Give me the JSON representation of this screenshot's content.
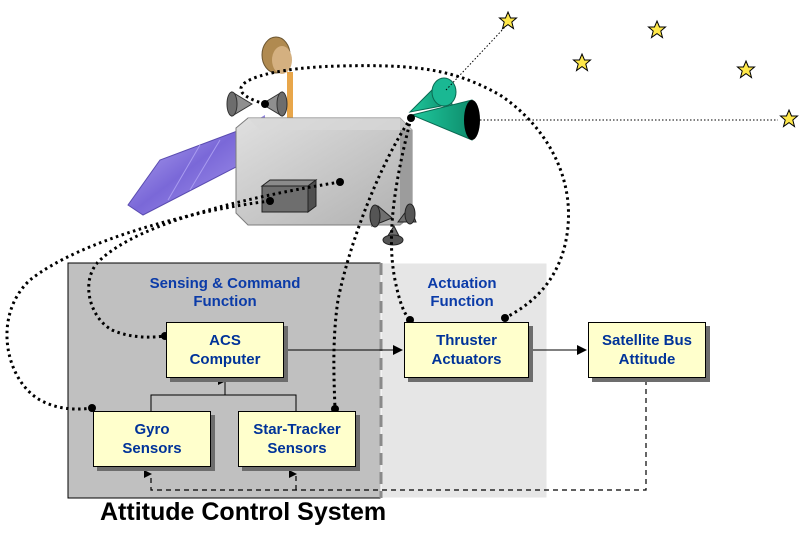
{
  "title": "Attitude Control System",
  "regions": {
    "sensing": "Sensing & Command\nFunction",
    "actuation": "Actuation\nFunction"
  },
  "blocks": {
    "acs_computer": "ACS\nComputer",
    "thruster_actuators": "Thruster\nActuators",
    "satellite_bus_attitude": "Satellite Bus\nAttitude",
    "gyro_sensors": "Gyro\nSensors",
    "star_tracker_sensors": "Star-Tracker\nSensors"
  },
  "colors": {
    "sensing_region": "#c0c0c0",
    "actuation_region": "#e6e6e6",
    "block_fill": "#ffffcc",
    "block_text": "#003399",
    "label_text": "#0b3ba8",
    "solar_panel": "#8f7fe0",
    "satellite_body": "#c8c8c8",
    "star_tracker": "#16b08a",
    "star": "#ffe84a"
  }
}
